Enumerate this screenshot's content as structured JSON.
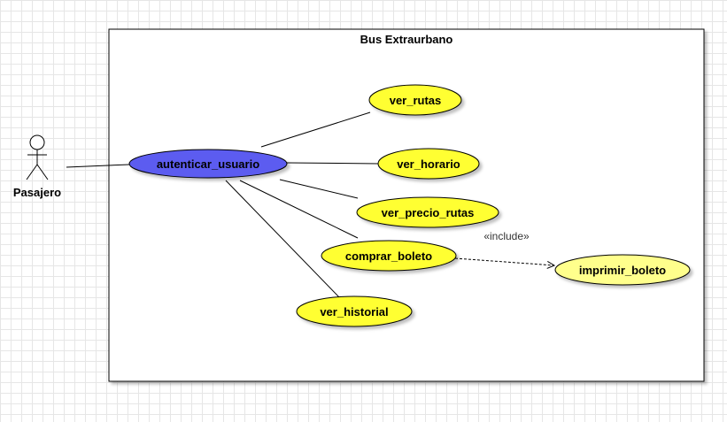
{
  "system": {
    "title": "Bus Extraurbano",
    "border_color": "#000000",
    "fill": "#ffffff"
  },
  "actor": {
    "name": "Pasajero"
  },
  "colors": {
    "primary_use_case": "#5b5bf0",
    "use_case": "#ffff33",
    "use_case_light": "#ffff8c"
  },
  "use_cases": {
    "autenticar_usuario": "autenticar_usuario",
    "ver_rutas": "ver_rutas",
    "ver_horario": "ver_horario",
    "ver_precio_rutas": "ver_precio_rutas",
    "comprar_boleto": "comprar_boleto",
    "ver_historial": "ver_historial",
    "imprimir_boleto": "imprimir_boleto"
  },
  "relations": {
    "include_label": "«include»"
  }
}
